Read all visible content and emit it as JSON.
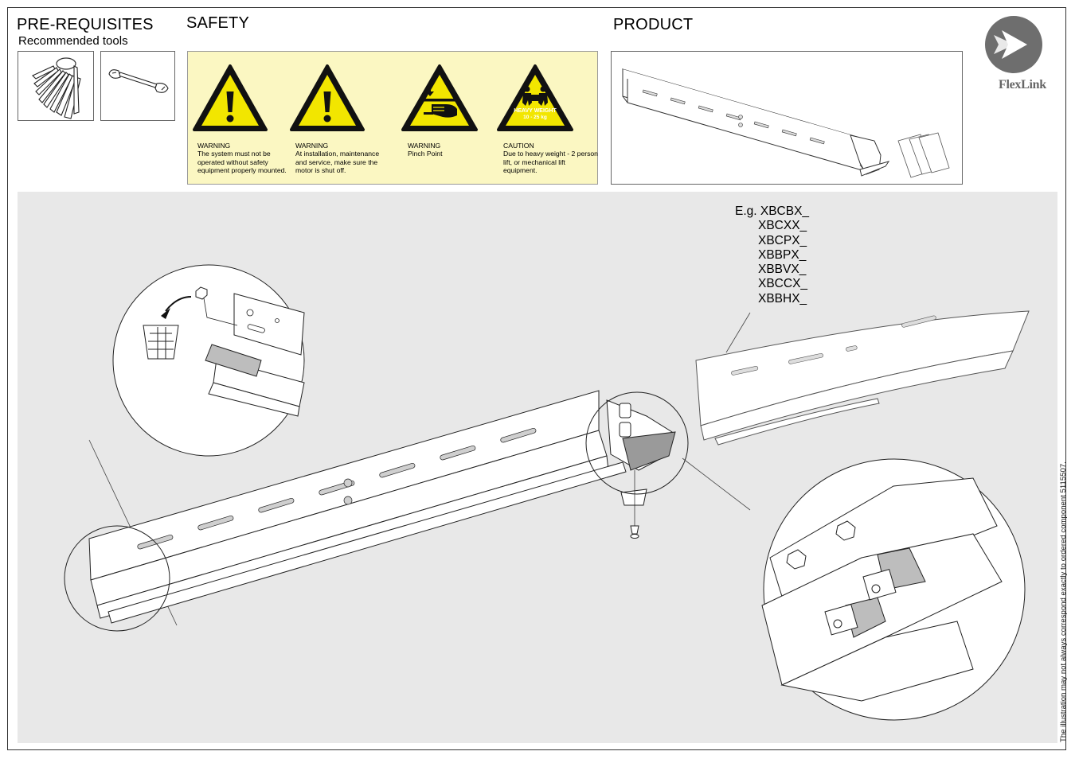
{
  "sections": {
    "prerequisites": "PRE-REQUISITES",
    "recommended_tools": "Recommended tools",
    "safety": "SAFETY",
    "product": "PRODUCT"
  },
  "tools": [
    {
      "icon": "hex-key-set-icon"
    },
    {
      "icon": "open-end-wrench-icon"
    }
  ],
  "safety_signs": [
    {
      "icon": "general-warning-icon",
      "title": "WARNING",
      "text": "The system must not be operated without safety equipment properly mounted."
    },
    {
      "icon": "general-warning-icon",
      "title": "WARNING",
      "text": "At installation, maintenance and service, make sure the motor is shut off."
    },
    {
      "icon": "pinch-point-icon",
      "title": "WARNING",
      "text": "Pinch Point"
    },
    {
      "icon": "heavy-weight-icon",
      "title": "CAUTION",
      "text": "Due to heavy weight - 2 person lift, or mechanical  lift equipment.",
      "sign_label": "HEAVY WEIGHT",
      "sign_weight": "10 - 25 kg"
    }
  ],
  "brand": {
    "name": "FlexLink",
    "color": "#6e6e6e"
  },
  "colors": {
    "warning_yellow": "#f2e600",
    "panel_yellow": "#fbf7c2",
    "work_area": "#e8e8e8"
  },
  "product_codes": {
    "prefix": "E.g. XBCBX_",
    "items": [
      "XBCXX_",
      "XBCPX_",
      "XBBPX_",
      "XBBVX_",
      "XBCCX_",
      "XBBHX_"
    ]
  },
  "disclaimer": "The illustration may not always correspond exactly to ordered component 5115507."
}
